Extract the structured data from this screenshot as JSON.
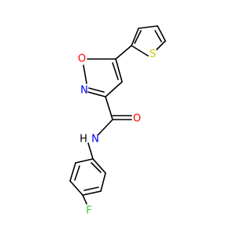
{
  "molecule": {
    "atoms": {
      "ring_oxygen": "O",
      "ring_nitrogen": "N",
      "thiophene_sulfur": "S",
      "amide_nitrogen": "N",
      "amide_hydrogen": "H",
      "carbonyl_oxygen": "O",
      "fluorine": "F"
    },
    "colors": {
      "bond": "#000000",
      "oxygen": "#ff0000",
      "nitrogen": "#0000ff",
      "sulfur": "#cccc00",
      "fluorine": "#33cc33",
      "hydrogen": "#000000"
    }
  }
}
